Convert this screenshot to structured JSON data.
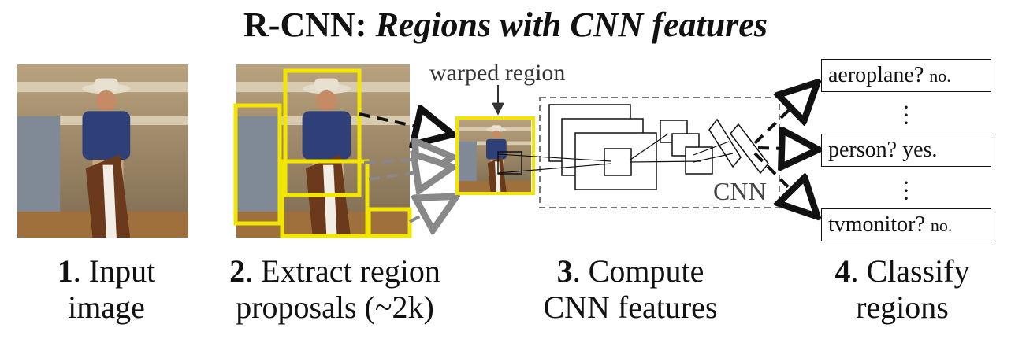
{
  "title": {
    "bold": "R-CNN:",
    "italic": "Regions with CNN features"
  },
  "labels": {
    "warped": "warped region",
    "cnn": "CNN"
  },
  "stages": [
    {
      "num": "1",
      "line1": ". Input",
      "line2": "image"
    },
    {
      "num": "2",
      "line1": ". Extract region",
      "line2": "proposals (~2k)"
    },
    {
      "num": "3",
      "line1": ". Compute",
      "line2": "CNN features"
    },
    {
      "num": "4",
      "line1": ". Classify",
      "line2": "regions"
    }
  ],
  "classes": [
    {
      "label": "aeroplane?",
      "answer": "no."
    },
    {
      "label": "person?",
      "answer": "yes."
    },
    {
      "label": "tvmonitor?",
      "answer": "no."
    }
  ],
  "colors": {
    "proposal": "#f2e600",
    "dash_dark": "#111111",
    "dash_gray": "#888888",
    "cnn_border": "#777777"
  }
}
